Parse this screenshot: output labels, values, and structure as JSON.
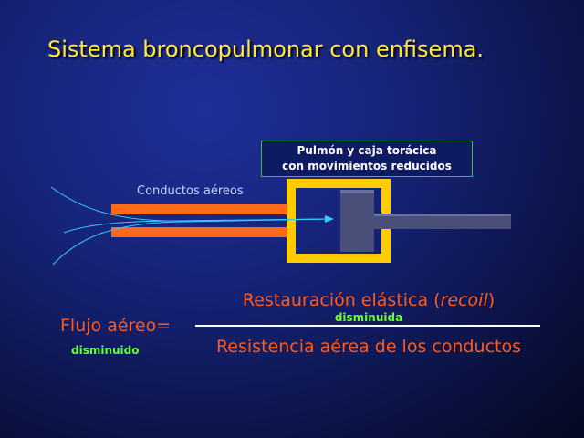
{
  "slide": {
    "title": "Sistema broncopulmonar con enfisema."
  },
  "diagram": {
    "callout_line1": "Pulmón y caja torácica",
    "callout_line2": "con movimientos reducidos",
    "airway_label": "Conductos aéreos"
  },
  "equation": {
    "lhs": "Flujo aéreo=",
    "lhs_note": "disminuido",
    "numerator_text": "Restauración elástica (",
    "numerator_italic": "recoil",
    "numerator_close": ")",
    "numerator_note": "disminuida",
    "denominator": "Resistencia aérea de los conductos"
  },
  "colors": {
    "title": "#ffe83a",
    "airway": "#ff6a1a",
    "chest_frame": "#ffcc00",
    "piston": "#4a4f7a",
    "formula_text": "#ff5a1a",
    "note_text": "#66ff33",
    "callout_border": "#3fbf3f"
  }
}
